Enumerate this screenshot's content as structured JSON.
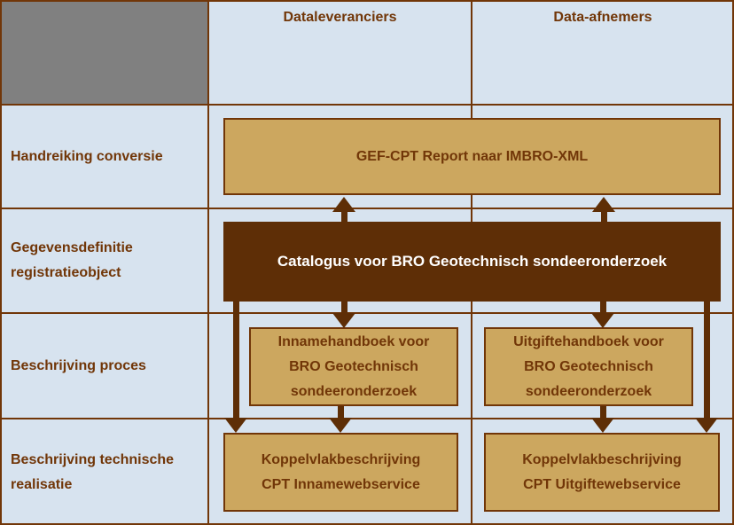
{
  "title": "BRO CPT documentatie-overzicht",
  "colors": {
    "background_blue": "#D7E3EF",
    "grid_and_text_brown": "#713608",
    "dark_brown_fill": "#5E2E06",
    "tan_fill": "#CCA75F",
    "corner_gray": "#808080",
    "catalog_text_white": "#FFFFFF"
  },
  "header": {
    "dataleveranciers": "Dataleveranciers",
    "data_afnemers": "Data-afnemers"
  },
  "row_labels": [
    {
      "id": "handreiking-conversie",
      "label": "Handreiking conversie"
    },
    {
      "id": "gegevensdefinitie-registratieobject",
      "label": "Gegevensdefinitie\nregistratieobject"
    },
    {
      "id": "beschrijving-proces",
      "label": "Beschrijving proces"
    },
    {
      "id": "beschrijving-technische-realisatie",
      "label": "Beschrijving technische\nrealisatie"
    }
  ],
  "boxes": {
    "gef_cpt": "GEF-CPT Report naar IMBRO-XML",
    "catalogus": "Catalogus voor BRO Geotechnisch sondeeronderzoek",
    "innamehandboek": "Innamehandboek voor\nBRO Geotechnisch\nsondeeronderzoek",
    "uitgiftehandboek": "Uitgiftehandboek voor\nBRO Geotechnisch\nsondeeronderzoek",
    "koppelvlak_inname": "Koppelvlakbeschrijving\nCPT Innamewebservice",
    "koppelvlak_uitgifte": "Koppelvlakbeschrijving\nCPT Uitgiftewebservice"
  }
}
